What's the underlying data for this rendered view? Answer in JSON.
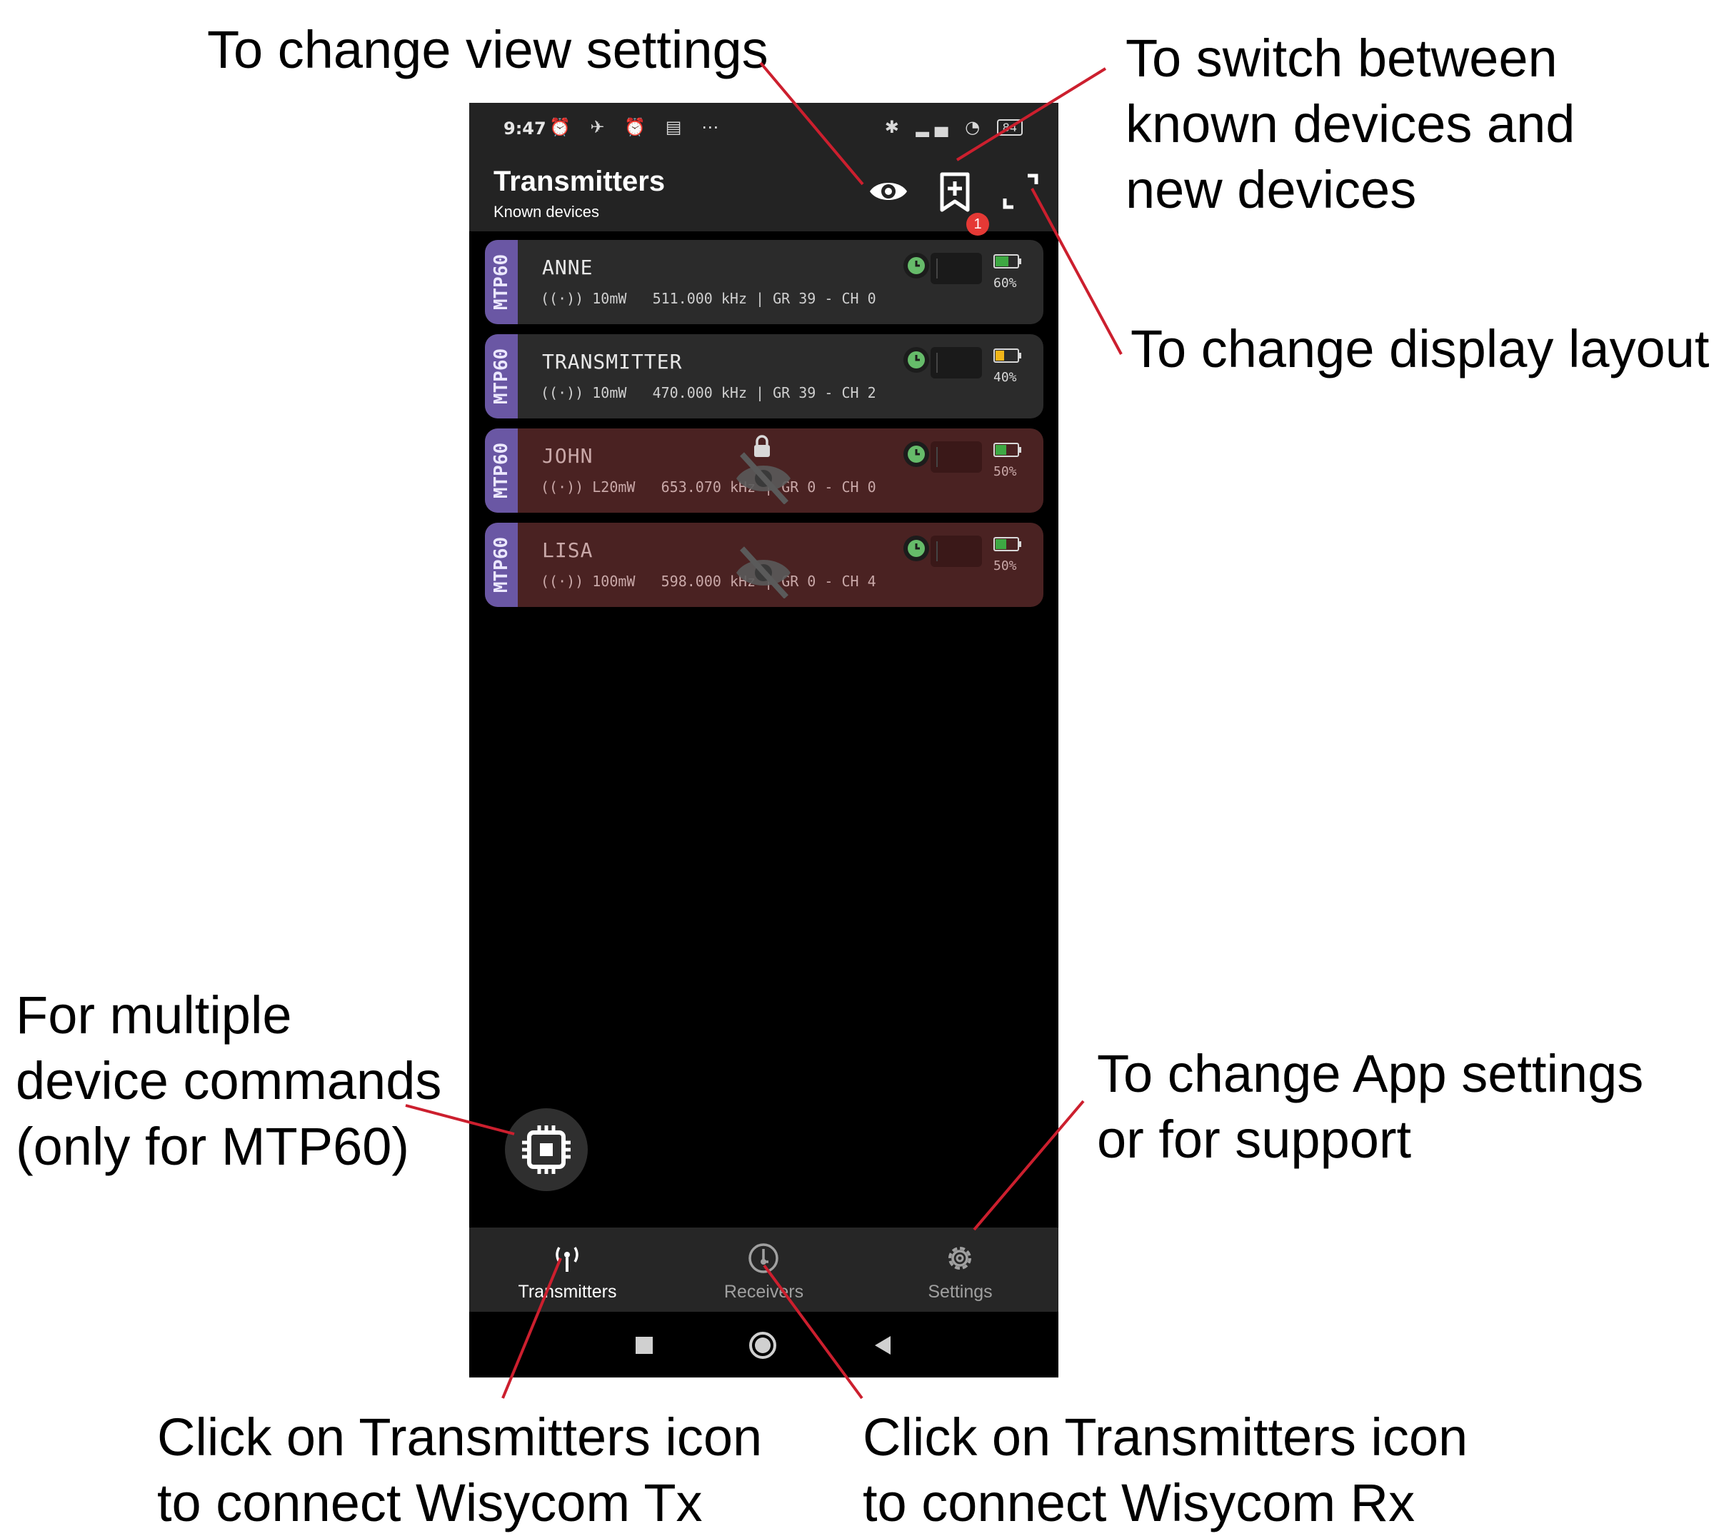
{
  "annotations": {
    "view_settings": "To change view settings",
    "switch_devices": [
      "To switch between",
      "known devices and",
      "new devices"
    ],
    "display_layout": "To change display layout",
    "multiple_commands": [
      "For multiple",
      "device commands",
      "(only for MTP60)"
    ],
    "app_settings": [
      "To change App settings",
      "or for support"
    ],
    "tx_connect": [
      "Click on Transmitters icon",
      "to connect Wisycom Tx"
    ],
    "rx_connect": [
      "Click on Transmitters icon",
      "to connect Wisycom Rx"
    ]
  },
  "status_bar": {
    "time": "9:47",
    "battery": "84"
  },
  "app_bar": {
    "title": "Transmitters",
    "subtitle": "Known devices",
    "badge_count": "1",
    "icons": [
      "eye-icon",
      "bookmark-plus-icon",
      "expand-icon"
    ]
  },
  "devices": [
    {
      "model": "MTP60",
      "name": "ANNE",
      "power": "10mW",
      "frequency": "511.000 kHz",
      "group": "GR 39",
      "channel": "CH 0",
      "battery": "60%",
      "battery_level": 0.6,
      "battery_color": "#3ea843",
      "state": "normal"
    },
    {
      "model": "MTP60",
      "name": "TRANSMITTER",
      "power": "10mW",
      "frequency": "470.000 kHz",
      "group": "GR 39",
      "channel": "CH 2",
      "battery": "40%",
      "battery_level": 0.4,
      "battery_color": "#f2b619",
      "state": "normal"
    },
    {
      "model": "MTP60",
      "name": "JOHN",
      "power": "L20mW",
      "frequency": "653.070 kHz",
      "group": "GR 0",
      "channel": "CH 0",
      "battery": "50%",
      "battery_level": 0.5,
      "battery_color": "#3ea843",
      "state": "locked"
    },
    {
      "model": "MTP60",
      "name": "LISA",
      "power": "100mW",
      "frequency": "598.000 kHz",
      "group": "GR 0",
      "channel": "CH 4",
      "battery": "50%",
      "battery_level": 0.5,
      "battery_color": "#3ea843",
      "state": "hidden"
    }
  ],
  "bottom_nav": [
    {
      "label": "Transmitters",
      "active": true,
      "icon": "antenna-icon"
    },
    {
      "label": "Receivers",
      "active": false,
      "icon": "receiver-icon"
    },
    {
      "label": "Settings",
      "active": false,
      "icon": "gear-icon"
    }
  ],
  "colors": {
    "leader": "#cc1f2e",
    "side_tab": "#6a57a4",
    "locked_card": "#4a2222",
    "clock": "#66bb6a"
  }
}
